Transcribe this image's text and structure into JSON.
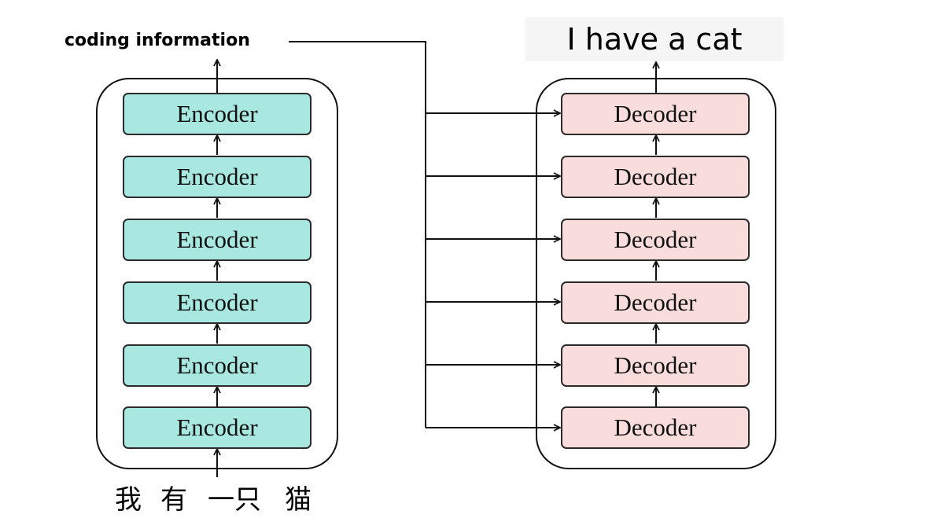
{
  "encoder": {
    "blocks": [
      "Encoder",
      "Encoder",
      "Encoder",
      "Encoder",
      "Encoder",
      "Encoder"
    ],
    "fill_color": "#a8e8e0"
  },
  "decoder": {
    "blocks": [
      "Decoder",
      "Decoder",
      "Decoder",
      "Decoder",
      "Decoder",
      "Decoder"
    ],
    "fill_color": "#f9dcdc"
  },
  "labels": {
    "coding_information": "coding information",
    "output": "I have a cat",
    "input_tokens": [
      "我",
      "有",
      "一只",
      "猫"
    ]
  }
}
